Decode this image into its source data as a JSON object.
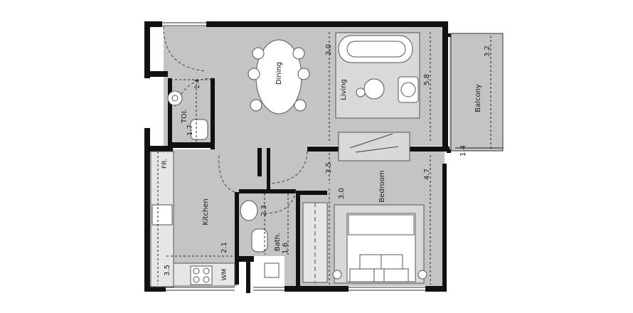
{
  "rooms": {
    "dining": "Dining",
    "living": "Living",
    "balcony": "Balcony",
    "toilet": "TOI.",
    "kitchen": "Kitchen",
    "bedroom": "Bedroom",
    "bath": "Bath.",
    "fridge": "FR.",
    "washing_machine": "WM"
  },
  "dimensions": {
    "living_width": "3.0",
    "living_depth": "5.8",
    "balcony_depth": "3.2",
    "balcony_width": "1.4",
    "toilet_width": "1.4",
    "toilet_depth": "1.7",
    "hall_width": "3.5",
    "bedroom_depth": "4.7",
    "bedroom_width": "3.0",
    "bath_width": "2.3",
    "bath_depth": "1.6",
    "kitchen_width": "2.1",
    "kitchen_depth": "3.5"
  },
  "colors": {
    "floor": "#c4c4c4",
    "wall": "#111111",
    "dim_line": "#222222"
  }
}
